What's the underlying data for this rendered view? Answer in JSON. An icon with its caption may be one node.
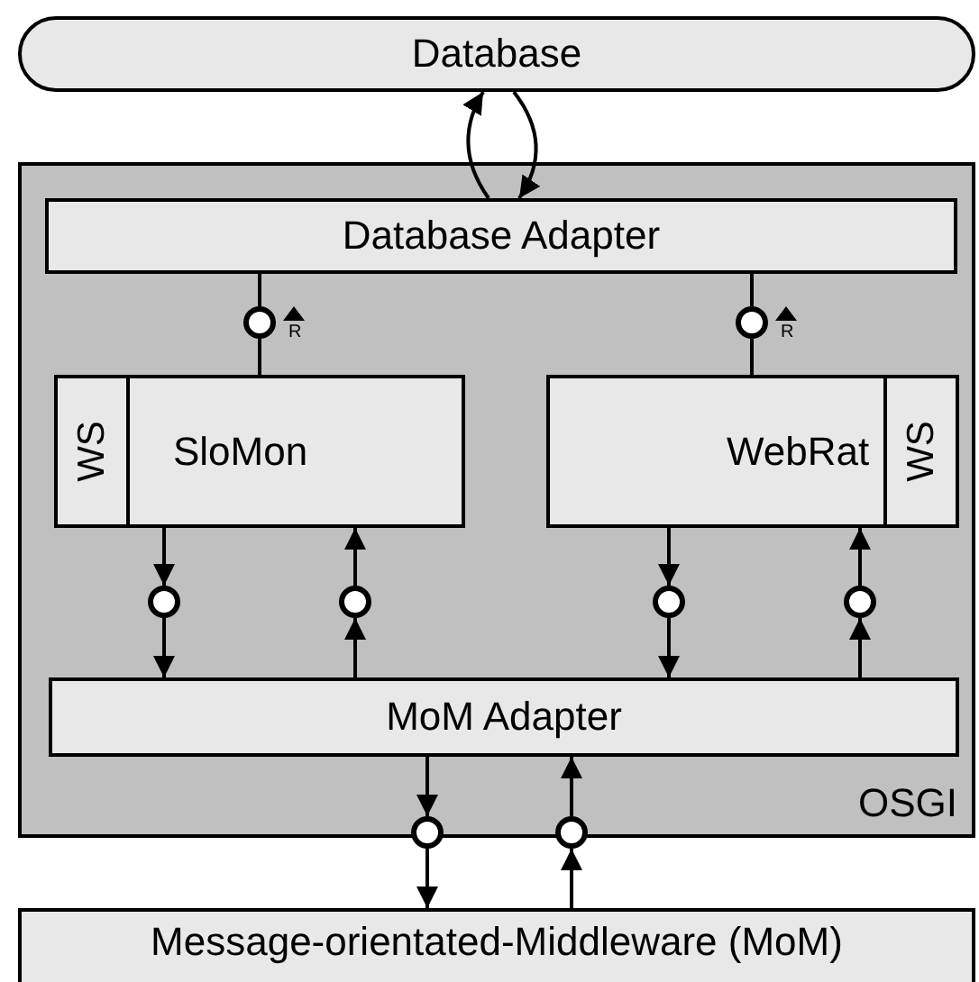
{
  "diagram": {
    "nodes": [
      {
        "text": [
          "Database"
        ]
      },
      {
        "text": [
          "OSGI"
        ]
      },
      {
        "text": [
          "Database Adapter"
        ],
        "in": 1
      },
      {
        "text": [
          "SloMon"
        ],
        "in": 1
      },
      {
        "text": [
          "WS"
        ],
        "in": 3
      },
      {
        "text": [
          "WebRat"
        ],
        "in": 1
      },
      {
        "text": [
          "WS"
        ],
        "in": 5
      },
      {
        "text": [
          "MoM Adapter"
        ],
        "in": 1
      },
      {
        "text": [
          "Message-orientated-Middleware (MoM)"
        ]
      },
      {
        "text": [],
        "shape": "circle",
        "in": 1
      },
      {
        "text": [],
        "shape": "circle",
        "in": 1
      },
      {
        "text": [],
        "shape": "circle",
        "in": 1
      },
      {
        "text": [],
        "shape": "circle",
        "in": 1
      },
      {
        "text": [],
        "shape": "circle",
        "in": 1
      },
      {
        "text": [],
        "shape": "circle",
        "in": 1
      },
      {
        "text": [],
        "shape": "circle"
      },
      {
        "text": [],
        "shape": "circle"
      }
    ],
    "edges": [
      {
        "from": 2,
        "to": 0,
        "arrow": "to"
      },
      {
        "from": 0,
        "to": 2,
        "arrow": "to"
      },
      {
        "from": 2,
        "to": 9,
        "arrow": "none"
      },
      {
        "from": 9,
        "to": 3,
        "arrow": "none"
      },
      {
        "from": 2,
        "to": 10,
        "arrow": "none"
      },
      {
        "from": 10,
        "to": 5,
        "arrow": "none"
      },
      {
        "from": 3,
        "to": 11,
        "arrow": "to"
      },
      {
        "from": 11,
        "to": 7,
        "arrow": "to"
      },
      {
        "from": 7,
        "to": 12,
        "arrow": "to"
      },
      {
        "from": 12,
        "to": 3,
        "arrow": "to"
      },
      {
        "from": 5,
        "to": 13,
        "arrow": "to"
      },
      {
        "from": 13,
        "to": 7,
        "arrow": "to"
      },
      {
        "from": 7,
        "to": 14,
        "arrow": "to"
      },
      {
        "from": 14,
        "to": 5,
        "arrow": "to"
      },
      {
        "from": 7,
        "to": 15,
        "arrow": "to"
      },
      {
        "from": 15,
        "to": 8,
        "arrow": "to"
      },
      {
        "from": 8,
        "to": 16,
        "arrow": "to"
      },
      {
        "from": 16,
        "to": 7,
        "arrow": "to"
      }
    ],
    "labels": [
      "R",
      "R"
    ]
  }
}
